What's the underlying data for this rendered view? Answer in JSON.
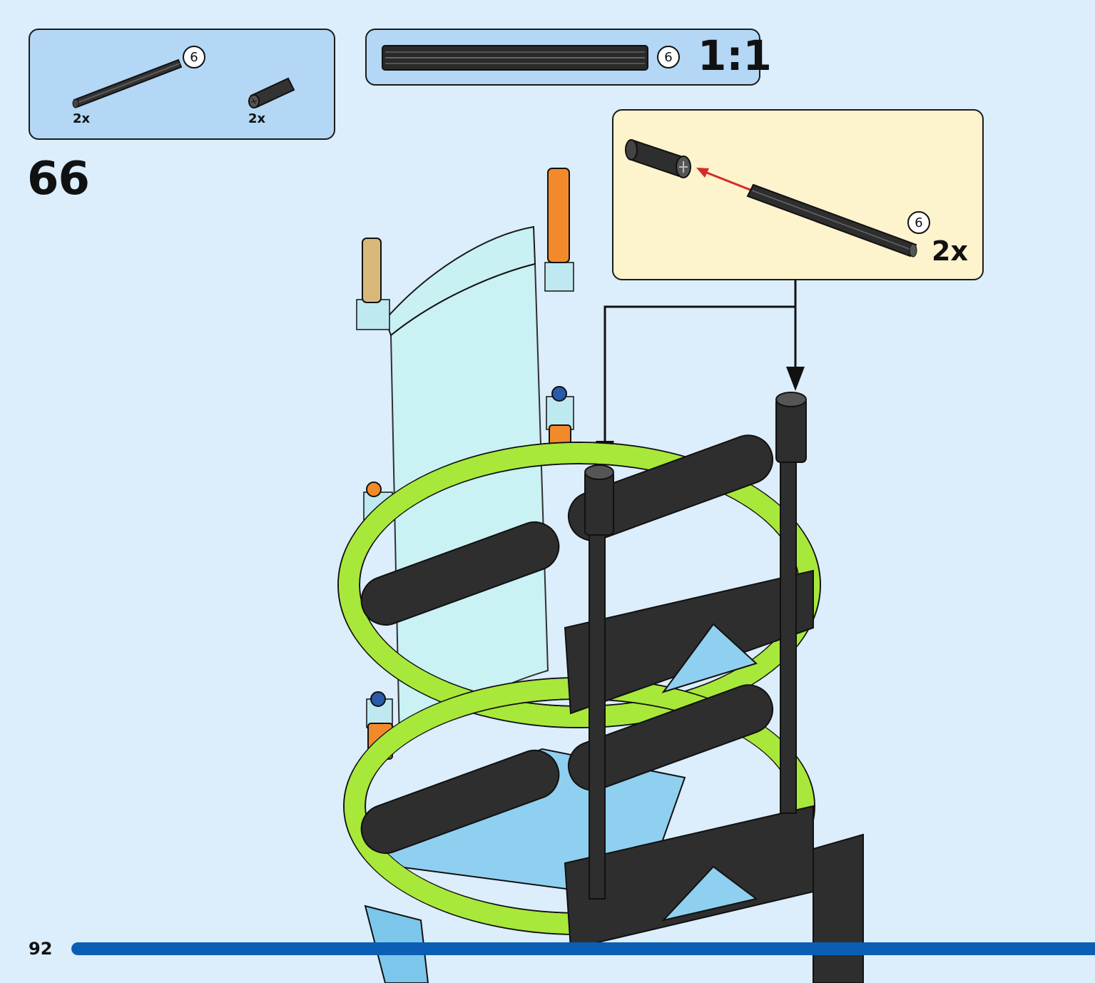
{
  "parts_list": {
    "items": [
      {
        "part": "axle-length-6",
        "length_label": "6",
        "quantity": "2x"
      },
      {
        "part": "axle-connector",
        "quantity": "2x"
      }
    ]
  },
  "scale_reference": {
    "part": "axle-length-6",
    "length_label": "6",
    "scale": "1:1"
  },
  "step": {
    "number": "66"
  },
  "callout": {
    "part": "axle-length-6",
    "length_label": "6",
    "quantity": "2x",
    "arrow_color": "#d62a2a"
  },
  "page": {
    "number": "92",
    "progress_fraction": 1.0,
    "progress_color": "#0a5fb4"
  },
  "colors": {
    "background": "#dcedfb",
    "parts_box": "#b3d7f5",
    "callout_box": "#fdf3cc",
    "lime_ring": "#a8e83a",
    "trans_light_blue": "#bfeef0",
    "black_beam": "#2e2e2e"
  }
}
